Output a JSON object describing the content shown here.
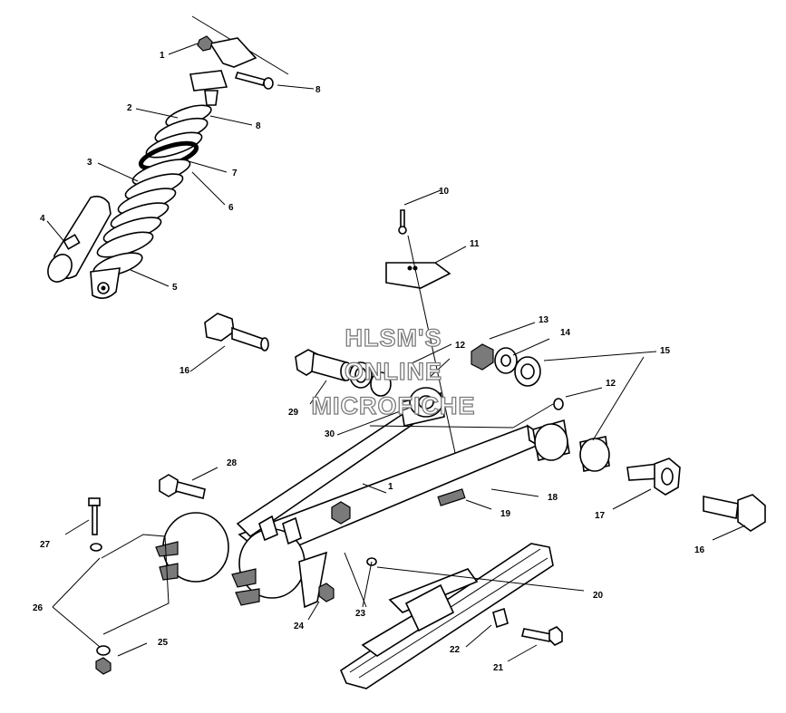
{
  "watermark": {
    "line1": "HLSM'S",
    "line2": "ONLINE",
    "line3": "MICROFICHE"
  },
  "callouts": {
    "c1a": "1",
    "c1b": "1",
    "c2": "2",
    "c3": "3",
    "c4": "4",
    "c5": "5",
    "c6": "6",
    "c7": "7",
    "c8a": "8",
    "c8b": "8",
    "c10": "10",
    "c11": "11",
    "c12a": "12",
    "c12b": "12",
    "c13": "13",
    "c14": "14",
    "c15": "15",
    "c16a": "16",
    "c16b": "16",
    "c17": "17",
    "c18": "18",
    "c19": "19",
    "c20": "20",
    "c21": "21",
    "c22": "22",
    "c23": "23",
    "c24": "24",
    "c25": "25",
    "c26": "26",
    "c27": "27",
    "c28": "28",
    "c29": "29",
    "c30": "30"
  }
}
